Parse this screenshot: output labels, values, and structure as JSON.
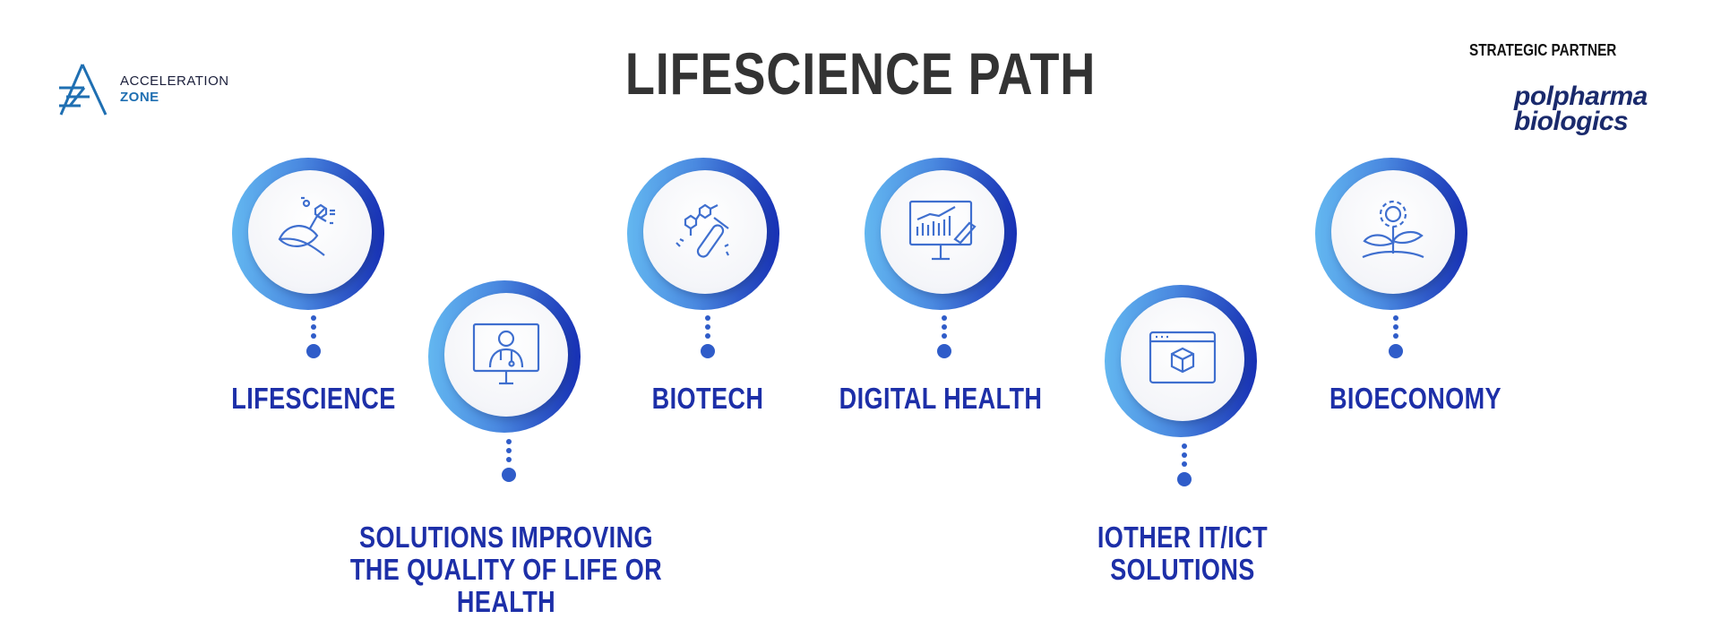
{
  "header": {
    "logo_line1": "ACCELERATION",
    "logo_line2": "ZONE",
    "title": "LIFESCIENCE PATH",
    "partner_label": "STRATEGIC PARTNER",
    "partner_logo_line1": "polpharma",
    "partner_logo_line2": "biologics"
  },
  "nodes": [
    {
      "label": "LIFESCIENCE",
      "icon": "leaf-molecule-icon"
    },
    {
      "label_line1": "SOLUTIONS IMPROVING",
      "label_line2": "THE QUALITY OF LIFE OR HEALTH",
      "icon": "doctor-monitor-icon"
    },
    {
      "label": "BIOTECH",
      "icon": "molecule-test-tube-icon"
    },
    {
      "label": "DIGITAL HEALTH",
      "icon": "chart-monitor-icon"
    },
    {
      "label_line1": "IOTHER IT/ICT",
      "label_line2": "SOLUTIONS",
      "icon": "browser-cube-icon"
    },
    {
      "label": "BIOECONOMY",
      "icon": "gear-plant-icon"
    }
  ],
  "colors": {
    "ring_light": "#63b7f0",
    "ring_dark": "#1730b4",
    "label": "#1d2fa8",
    "dots": "#2f5cc9",
    "title": "#333333"
  }
}
